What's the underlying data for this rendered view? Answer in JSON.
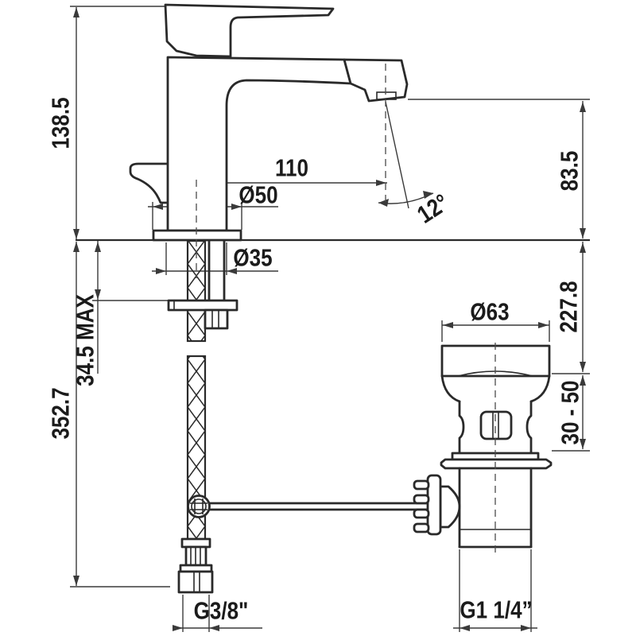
{
  "drawing": {
    "background": "#ffffff",
    "line_color": "#2a2a2a",
    "dimension_color": "#3a3a3a",
    "text_color": "#1b1b1b"
  },
  "dimensions": {
    "total_height": "138.5",
    "below_deck_height": "352.7",
    "max_deck_thickness": "34.5 MAX",
    "spout_reach": "110",
    "base_diameter": "Ø50",
    "mounting_hole_diameter": "Ø35",
    "stream_angle": "12°",
    "spout_height": "83.5",
    "drain_drop": "227.8",
    "drain_deck_range": "30 - 50",
    "waste_flange_diameter": "Ø63",
    "supply_connection": "G3/8\"",
    "waste_connection": "G1 1/4”"
  }
}
